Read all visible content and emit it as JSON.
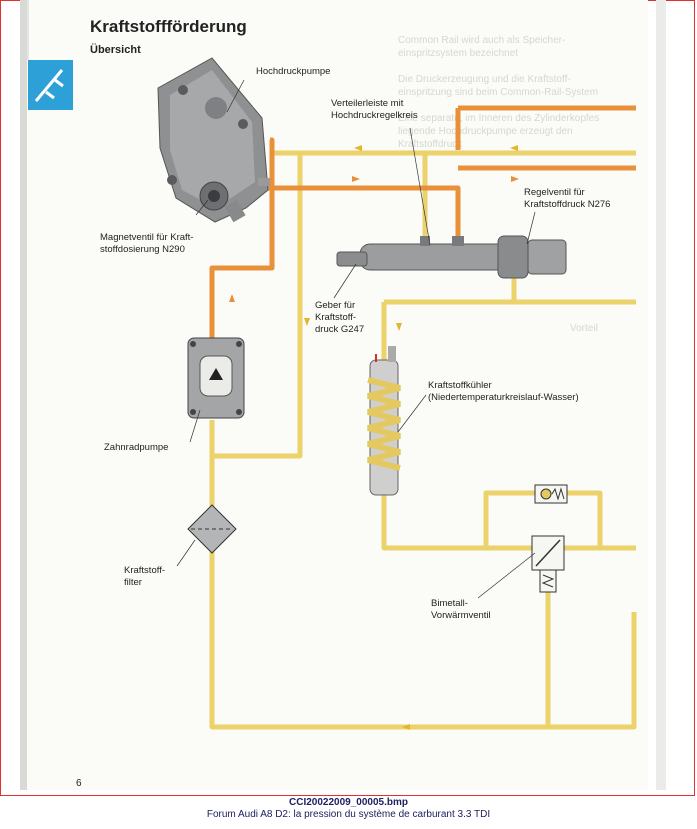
{
  "page": {
    "title": "Kraftstoffförderung",
    "subtitle": "Übersicht",
    "page_number": "6"
  },
  "labels": {
    "hochdruckpumpe": "Hochdruckpumpe",
    "verteilerleiste": "Verteilerleiste mit\nHochdruckregelkreis",
    "regelventil": "Regelventil für\nKraftstoffdruck N276",
    "magnetventil": "Magnetventil für Kraft-\nstoffdosierung N290",
    "geber": "Geber für\nKraftstoff-\ndruck G247",
    "kuehler": "Kraftstoffkühler\n(Niedertemperaturkreislauf-Wasser)",
    "zahnradpumpe": "Zahnradpumpe",
    "filter": "Kraftstoff-\nfilter",
    "bimetall": "Bimetall-\nVorwärmventil"
  },
  "colors": {
    "high_pressure_line": "#e8913a",
    "low_pressure_line": "#ecd26a",
    "icon_tile": "#2ea0d8",
    "caption_text": "#202060",
    "frame": "#e03030"
  },
  "icons": {
    "section_icon": "injector-icon"
  },
  "footer": {
    "filename": "CCI20022009_00005.bmp",
    "forum_caption": "Forum Audi A8 D2: la pression du système de carburant 3.3 TDI"
  }
}
